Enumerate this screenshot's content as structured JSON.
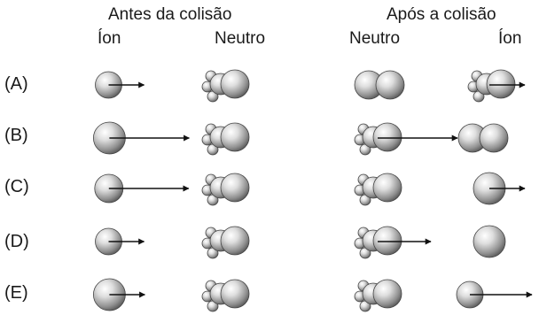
{
  "headers": {
    "before": "Antes da colisão",
    "after": "Após a colisão"
  },
  "subheaders": {
    "before_ion": "Íon",
    "before_neutral": "Neutro",
    "after_neutral": "Neutro",
    "after_ion": "Íon"
  },
  "rows": [
    {
      "label": "(A)",
      "ion_before": "small",
      "ion_before_arrow": "short",
      "neutral_before": "molecule",
      "neutral_after": "diatomic",
      "ion_after": "molecule",
      "ion_after_arrow": "short"
    },
    {
      "label": "(B)",
      "ion_before": "large",
      "ion_before_arrow": "long",
      "neutral_before": "molecule",
      "neutral_after": "molecule",
      "neutral_after_arrow": "long",
      "ion_after": "diatomic",
      "ion_after_arrow": "none"
    },
    {
      "label": "(C)",
      "ion_before": "medium",
      "ion_before_arrow": "long",
      "neutral_before": "molecule",
      "neutral_after": "molecule",
      "ion_after": "large",
      "ion_after_arrow": "short"
    },
    {
      "label": "(D)",
      "ion_before": "small",
      "ion_before_arrow": "short",
      "neutral_before": "molecule",
      "neutral_after": "molecule",
      "neutral_after_arrow": "medium",
      "ion_after": "large",
      "ion_after_arrow": "none"
    },
    {
      "label": "(E)",
      "ion_before": "large",
      "ion_before_arrow": "short",
      "neutral_before": "molecule",
      "neutral_after": "molecule",
      "ion_after": "small",
      "ion_after_arrow": "long"
    }
  ]
}
